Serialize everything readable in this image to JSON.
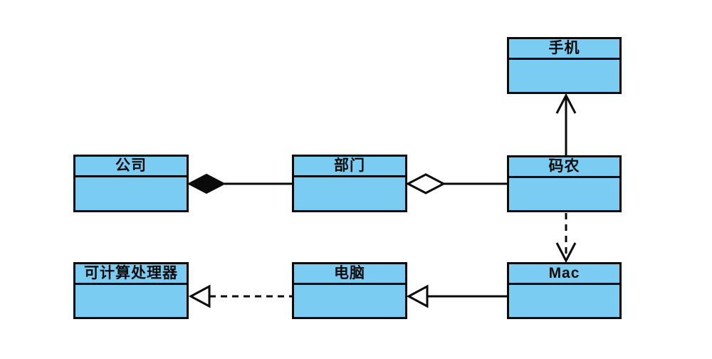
{
  "diagram": {
    "type": "uml-class-diagram",
    "classes": [
      {
        "id": "phone",
        "label": "手机"
      },
      {
        "id": "company",
        "label": "公司"
      },
      {
        "id": "department",
        "label": "部门"
      },
      {
        "id": "coder",
        "label": "码农"
      },
      {
        "id": "processor",
        "label": "可计算处理器"
      },
      {
        "id": "computer",
        "label": "电脑"
      },
      {
        "id": "mac",
        "label": "Mac"
      }
    ],
    "relationships": [
      {
        "type": "composition",
        "from": "部门",
        "to": "公司",
        "line": "solid",
        "marker": "filled-diamond-at-公司"
      },
      {
        "type": "aggregation",
        "from": "码农",
        "to": "部门",
        "line": "solid",
        "marker": "hollow-diamond-at-部门"
      },
      {
        "type": "association",
        "from": "码农",
        "to": "手机",
        "line": "solid",
        "marker": "open-arrow-at-手机"
      },
      {
        "type": "dependency",
        "from": "码农",
        "to": "Mac",
        "line": "dashed",
        "marker": "open-arrow-at-Mac"
      },
      {
        "type": "generalization",
        "from": "Mac",
        "to": "电脑",
        "line": "solid",
        "marker": "hollow-triangle-at-电脑"
      },
      {
        "type": "realization",
        "from": "电脑",
        "to": "可计算处理器",
        "line": "dashed",
        "marker": "hollow-triangle-at-可计算处理器"
      }
    ]
  },
  "colors": {
    "box_fill": "#7bccf3",
    "box_border": "#0a0a0a",
    "line": "#0a0a0a",
    "background": "#ffffff"
  }
}
